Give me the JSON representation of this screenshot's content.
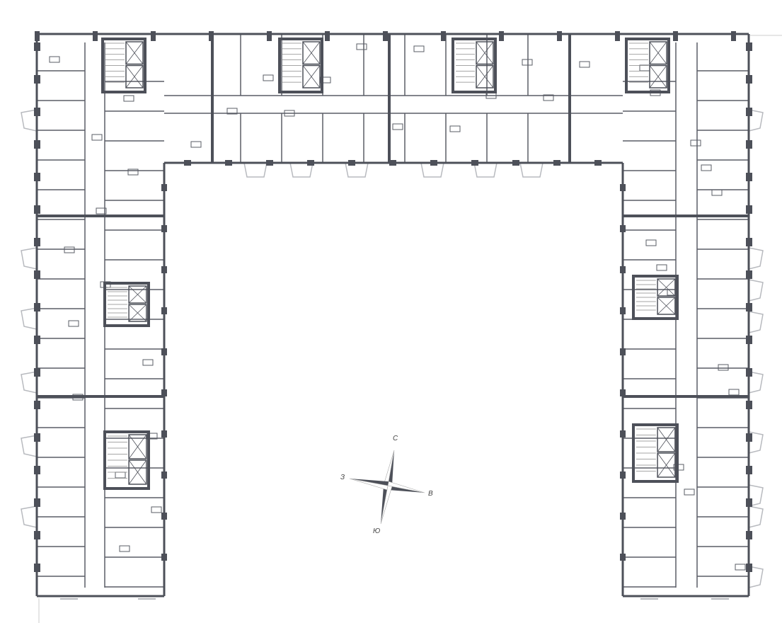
{
  "plan": {
    "wall_color": "#4d5059",
    "partition_color": "#5a5d66",
    "window_color": "#b8babf"
  },
  "compass": {
    "north": "С",
    "west": "З",
    "east": "В",
    "south": "Ю",
    "fill_color": "#4d5059"
  }
}
